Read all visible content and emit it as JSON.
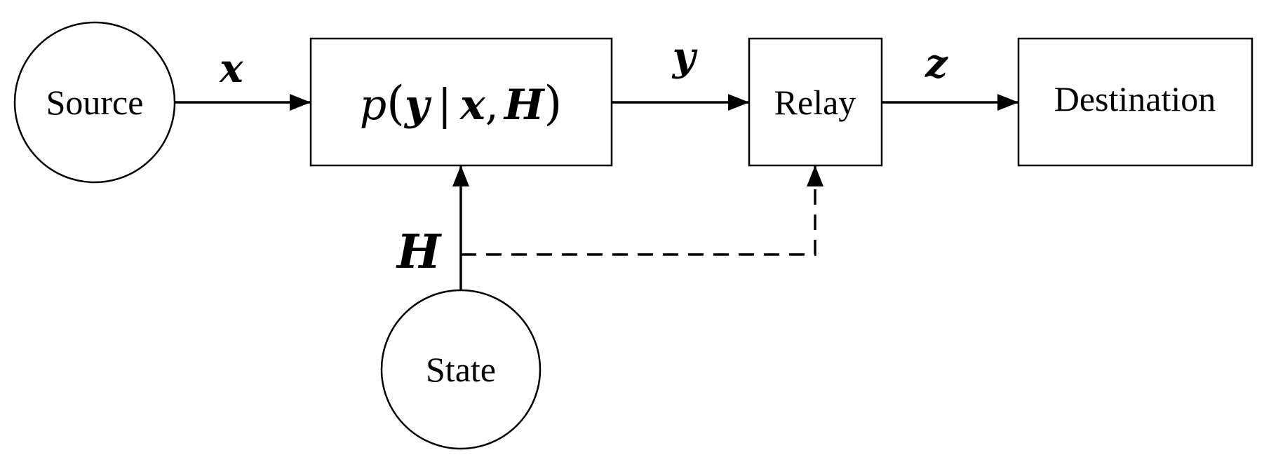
{
  "nodes": {
    "source": "Source",
    "channel": {
      "p": "p",
      "open": "(",
      "y": "y",
      "bar": "|",
      "x": "x",
      "comma": ",",
      "h": "H",
      "close": ")"
    },
    "relay": "Relay",
    "destination": "Destination",
    "state": "State"
  },
  "edges": {
    "source_to_channel": "x",
    "channel_to_relay": "y",
    "relay_to_destination": "z",
    "state_to_channel": "H"
  },
  "colors": {
    "stroke": "#000000",
    "background": "#ffffff"
  }
}
